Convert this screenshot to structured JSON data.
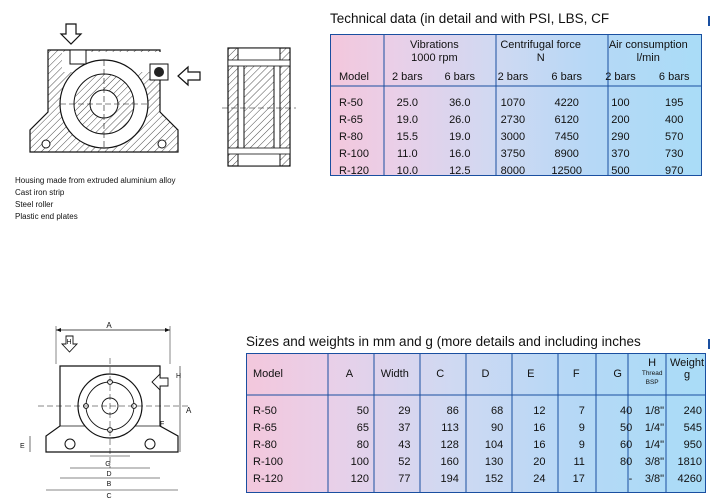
{
  "notes": [
    "Housing made from extruded aluminium alloy",
    "Cast iron strip",
    "Steel roller",
    "Plastic end plates"
  ],
  "tech": {
    "title": "Technical data (in detail and with PSI, LBS, CF",
    "head": {
      "model": "Model",
      "vib": "Vibrations",
      "vib_sub": "1000 rpm",
      "cf": "Centrifugal force",
      "cf_sub": "N",
      "air": "Air consumption",
      "air_sub": "l/min",
      "b2": "2 bars",
      "b6": "6 bars"
    },
    "rows": [
      [
        "R-50",
        "25.0",
        "36.0",
        "1070",
        "4220",
        "100",
        "195"
      ],
      [
        "R-65",
        "19.0",
        "26.0",
        "2730",
        "6120",
        "200",
        "400"
      ],
      [
        "R-80",
        "15.5",
        "19.0",
        "3000",
        "7450",
        "290",
        "570"
      ],
      [
        "R-100",
        "11.0",
        "16.0",
        "3750",
        "8900",
        "370",
        "730"
      ],
      [
        "R-120",
        "10.0",
        "12.5",
        "8000",
        "12500",
        "500",
        "970"
      ]
    ]
  },
  "sizes": {
    "title": "Sizes and weights in mm and g (more details and including inches",
    "head": {
      "model": "Model",
      "a": "A",
      "width": "Width",
      "c": "C",
      "d": "D",
      "e": "E",
      "f": "F",
      "g": "G",
      "h": "H",
      "h_sub1": "Thread",
      "h_sub2": "BSP",
      "weight": "Weight",
      "weight_sub": "g"
    },
    "rows": [
      [
        "R-50",
        "50",
        "29",
        "86",
        "68",
        "12",
        "7",
        "40",
        "1/8\"",
        "240"
      ],
      [
        "R-65",
        "65",
        "37",
        "113",
        "90",
        "16",
        "9",
        "50",
        "1/4\"",
        "545"
      ],
      [
        "R-80",
        "80",
        "43",
        "128",
        "104",
        "16",
        "9",
        "60",
        "1/4\"",
        "950"
      ],
      [
        "R-100",
        "100",
        "52",
        "160",
        "130",
        "20",
        "11",
        "80",
        "3/8\"",
        "1810"
      ],
      [
        "R-120",
        "120",
        "77",
        "194",
        "152",
        "24",
        "17",
        "-",
        "3/8\"",
        "4260"
      ]
    ]
  },
  "dims": {
    "a": "A",
    "b": "B",
    "c": "C",
    "d": "D",
    "e": "E",
    "f": "F",
    "g": "G",
    "h": "H"
  }
}
